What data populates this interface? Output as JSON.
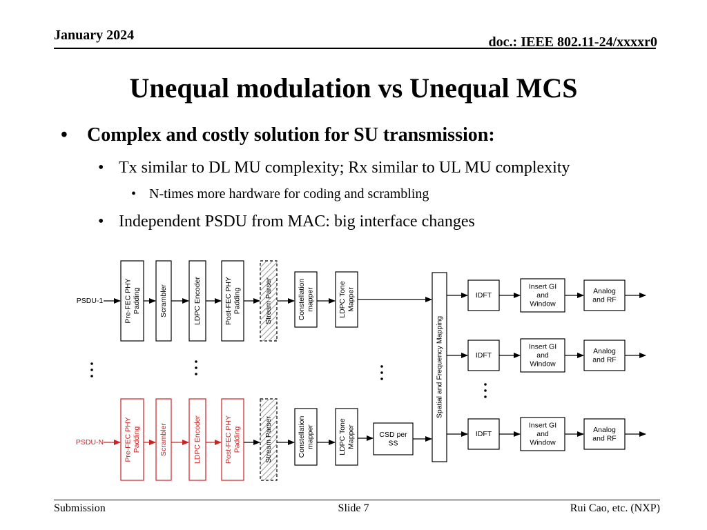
{
  "header": {
    "date": "January 2024",
    "doc": "doc.: IEEE 802.11-24/xxxxr0"
  },
  "title": "Unequal modulation vs Unequal MCS",
  "bullets": {
    "b1": "Complex and costly solution for SU transmission:",
    "b2": "Tx similar to DL MU complexity; Rx similar to UL MU complexity",
    "b3": "N-times more hardware for coding and scrambling",
    "b4": "Independent PSDU from MAC: big interface changes"
  },
  "diagram": {
    "inputs": [
      "PSDU-1",
      "PSDU-N"
    ],
    "blocks": {
      "prefec": [
        "Pre-FEC PHY",
        "Padding"
      ],
      "scrambler": [
        "Scrambler"
      ],
      "ldpc": [
        "LDPC Encoder"
      ],
      "postfec": [
        "Post-FEC PHY",
        "Padding"
      ],
      "streamparser": [
        "Stream Parser"
      ],
      "constellation": [
        "Constellation",
        "mapper"
      ],
      "tonemapper": [
        "LDPC Tone",
        "Mapper"
      ],
      "csd": [
        "CSD per",
        "SS"
      ],
      "spatial": [
        "Spatial and Frequency Mapping"
      ],
      "idft": [
        "IDFT"
      ],
      "insertgi": [
        "Insert GI",
        "and",
        "Window"
      ],
      "analog": [
        "Analog",
        "and RF"
      ]
    },
    "colors": {
      "line": "#000000",
      "highlight": "#cc2222",
      "hatch": "#888888"
    }
  },
  "footer": {
    "left": "Submission",
    "center": "Slide 7",
    "right": "Rui Cao, etc. (NXP)"
  }
}
